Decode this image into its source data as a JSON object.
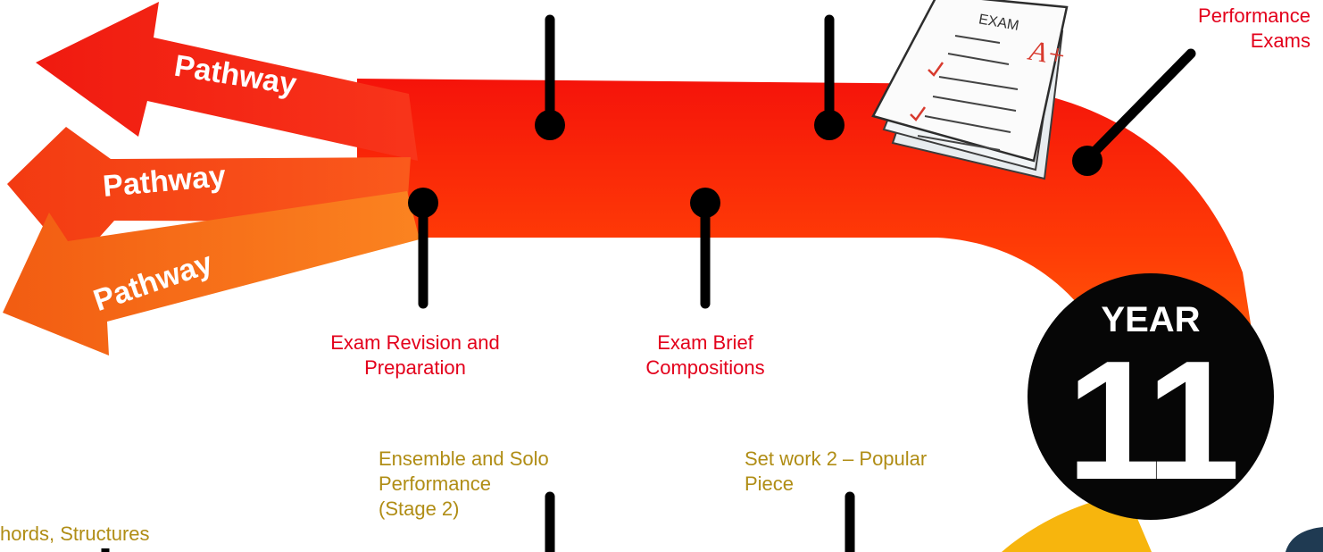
{
  "pathways": [
    {
      "label": "Pathway",
      "color": "#f21b12"
    },
    {
      "label": "Pathway",
      "color": "#f4450d"
    },
    {
      "label": "Pathway",
      "color": "#f26714"
    }
  ],
  "milestones_top": [
    {
      "lines": [
        "Performance",
        "Exams"
      ]
    }
  ],
  "milestones_bottom": [
    {
      "lines": [
        "Exam Revision and",
        "Preparation"
      ]
    },
    {
      "lines": [
        "Exam Brief",
        "Compositions"
      ]
    }
  ],
  "next_stage_items": [
    {
      "lines": [
        "Ensemble and Solo",
        "Performance",
        "(Stage 2)"
      ]
    },
    {
      "lines": [
        "Set work 2 – Popular",
        "Piece"
      ]
    },
    {
      "lines": [
        "hords, Structures"
      ]
    }
  ],
  "year_badge": {
    "word": "YEAR",
    "number": "11"
  },
  "exam_paper": {
    "heading": "EXAM",
    "grade": "A+"
  },
  "colors": {
    "road_red": "#f5130a",
    "road_orange": "#ff5a05",
    "road_gold": "#f7b50d",
    "label_red": "#e3001b",
    "label_gold": "#b08d15",
    "badge": "#060606"
  }
}
